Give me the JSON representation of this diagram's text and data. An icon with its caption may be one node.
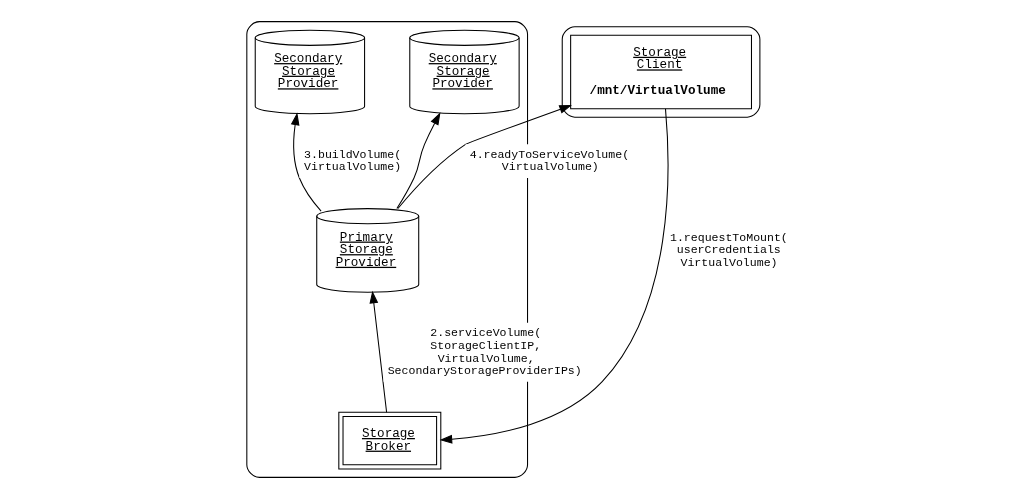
{
  "diagram": {
    "nodes": [
      {
        "text": [],
        "shape": "cloud"
      },
      {
        "text": [
          "Secondary Storage Provider"
        ],
        "in": 0
      },
      {
        "text": [
          "Secondary Storage Provider"
        ],
        "in": 0
      },
      {
        "text": [],
        "shape": "cloud"
      },
      {
        "text": [
          "Storage Client",
          "/mnt/VirtualVolume"
        ],
        "in": 3
      },
      {
        "text": [
          "Primary Storage Provider"
        ],
        "in": 0
      },
      {
        "text": [
          "Storage Broker"
        ],
        "in": 0
      }
    ],
    "edges": [
      {
        "from": 5,
        "to": 1,
        "arrow": "to",
        "label": "3.buildVolume( VirtualVolume)"
      },
      {
        "from": 5,
        "to": 2,
        "arrow": "to"
      },
      {
        "from": 5,
        "to": 4,
        "arrow": "to",
        "label": "4.readyToServiceVolume( VirtualVolume)"
      },
      {
        "from": 4,
        "to": 6,
        "arrow": "to",
        "label": "1.requestToMount( userCredentials VirtualVolume)"
      },
      {
        "from": 6,
        "to": 5,
        "arrow": "to",
        "label": "2.serviceVolume( StorageClientIP, VirtualVolume, SecondaryStorageProviderIPs)"
      }
    ]
  }
}
